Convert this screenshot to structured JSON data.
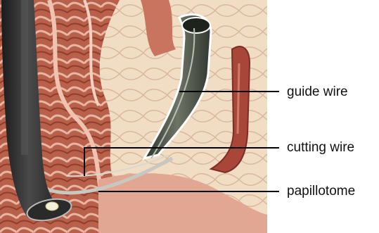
{
  "labels": {
    "guide_wire": "guide wire",
    "cutting_wire": "cutting wire",
    "papillotome": "papillotome"
  },
  "colors": {
    "background": "#ffffff",
    "tissue_red": "#b85a45",
    "tissue_pink": "#e7b6a2",
    "fat_cream": "#f0dcc2",
    "duct_red": "#9e3f33",
    "scope_dark": "#2f2f2f",
    "guide_tube": "#4e5548",
    "leader_line": "#000000"
  },
  "icons": {
    "scope": "endoscope-illustration",
    "light": "scope-light-icon"
  }
}
